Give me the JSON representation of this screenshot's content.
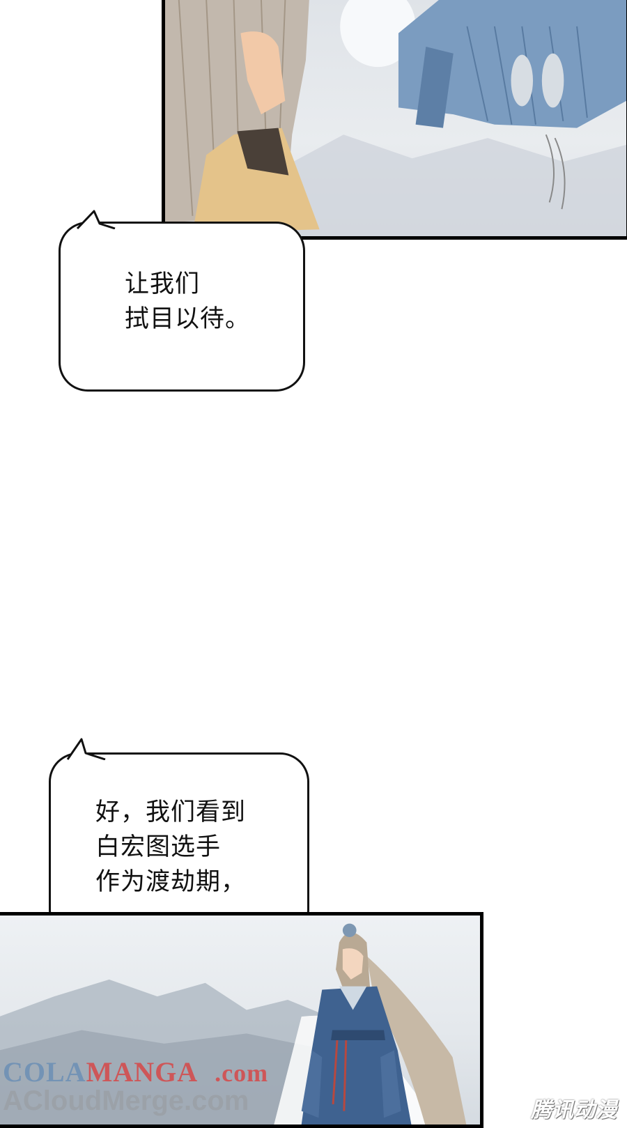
{
  "bubbles": [
    {
      "text": "让我们\n拭目以待。"
    },
    {
      "text": "好，我们看到\n白宏图选手\n作为渡劫期，"
    }
  ],
  "watermarks": {
    "line1_part1": "COLA",
    "line1_part2": "MANGA",
    "line1_part3": ".com",
    "line2": "ACloudMerge.com",
    "publisher": "腾讯动漫"
  },
  "colors": {
    "bubble_border": "#111111",
    "panel_border": "#000000",
    "watermark_blue": "#6b8fb5",
    "watermark_red": "#d64848"
  }
}
